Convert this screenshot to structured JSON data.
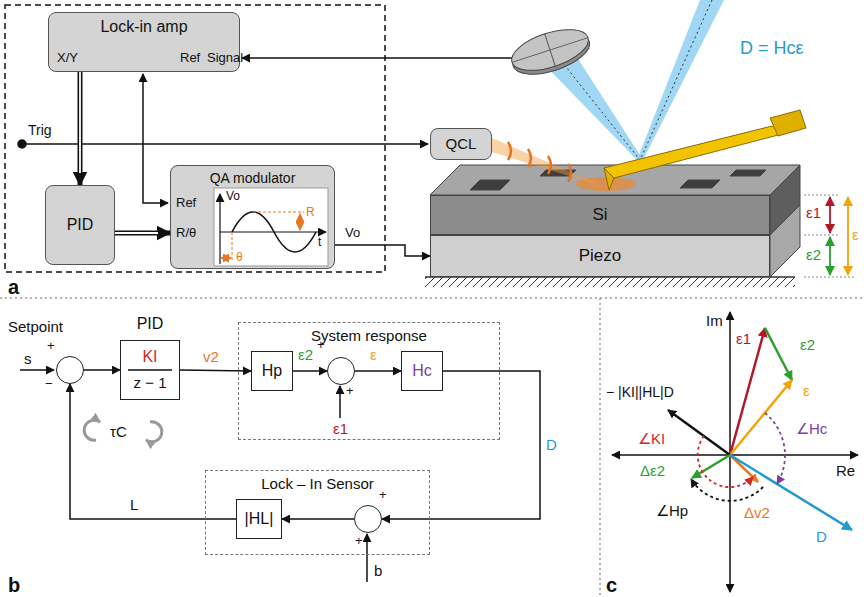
{
  "diagram": {
    "nodes": [
      {
        "text": [
          "Lock-in amp",
          "X/Y",
          "Ref",
          "Signal"
        ]
      },
      {
        "text": [
          "PID"
        ]
      },
      {
        "text": [
          "QA modulator",
          "Ref",
          "R/θ"
        ]
      },
      {
        "text": [
          "QCL"
        ]
      },
      {
        "text": [
          "Si"
        ]
      },
      {
        "text": [
          "Piezo"
        ]
      },
      {
        "text": [
          "PID",
          "KI",
          "z − 1"
        ]
      },
      {
        "text": [
          "System response"
        ]
      },
      {
        "text": [
          "Hp"
        ],
        "in": 7
      },
      {
        "text": [
          "+",
          "+"
        ],
        "in": 7
      },
      {
        "text": [
          "Hc"
        ],
        "in": 7
      },
      {
        "text": [
          "Lock – In Sensor"
        ]
      },
      {
        "text": [
          "|HL|"
        ],
        "in": 11
      },
      {
        "text": [
          "+",
          "+"
        ],
        "in": 11
      },
      {
        "text": [
          "+",
          "−"
        ]
      }
    ],
    "edges": [
      {
        "from": 0,
        "to": 1,
        "arrow": "to"
      },
      {
        "from": 1,
        "to": 2,
        "arrow": "to"
      },
      {
        "from": 2,
        "to": 5,
        "arrow": "to"
      },
      {
        "from": 14,
        "to": 6,
        "arrow": "to"
      },
      {
        "from": 6,
        "to": 8,
        "label": "v2",
        "arrow": "to"
      },
      {
        "from": 8,
        "to": 9,
        "label": "ε2",
        "arrow": "to"
      },
      {
        "from": 9,
        "to": 10,
        "label": "ε",
        "arrow": "to"
      },
      {
        "from": 10,
        "to": 13,
        "label": "D",
        "arrow": "to"
      },
      {
        "from": 13,
        "to": 12,
        "arrow": "to"
      },
      {
        "from": 12,
        "to": 14,
        "label": "L",
        "arrow": "to"
      }
    ],
    "labels": [
      "Trig",
      "D = Hcε",
      "ε1",
      "ε2",
      "ε",
      "a",
      "Vo",
      "R",
      "t",
      "θ",
      "Vo",
      "Setpoint",
      "s",
      "ε1",
      "b",
      "τC",
      "b",
      "Im",
      "Re",
      "ε1",
      "ε2",
      "ε",
      "∠Hc",
      "− |KI||HL|D",
      "∠KI",
      "Δε2",
      "∠Hp",
      "Δv2",
      "D",
      "c"
    ]
  }
}
